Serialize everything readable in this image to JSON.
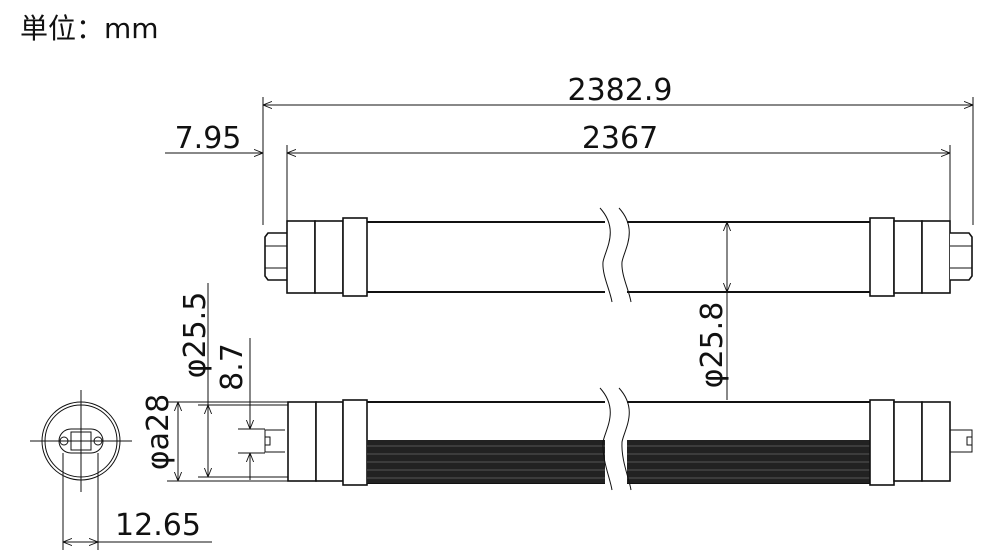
{
  "unit_label": "単位：mm",
  "dimensions": {
    "overall_length": "2382.9",
    "tube_length": "2367",
    "pin_offset": "7.95",
    "tube_diameter": "φ25.8",
    "outer_diameter": "φa28",
    "inner_diameter": "φ25.5",
    "pin_height": "8.7",
    "pin_spacing": "12.65"
  },
  "colors": {
    "line": "#111111",
    "background": "#ffffff"
  }
}
